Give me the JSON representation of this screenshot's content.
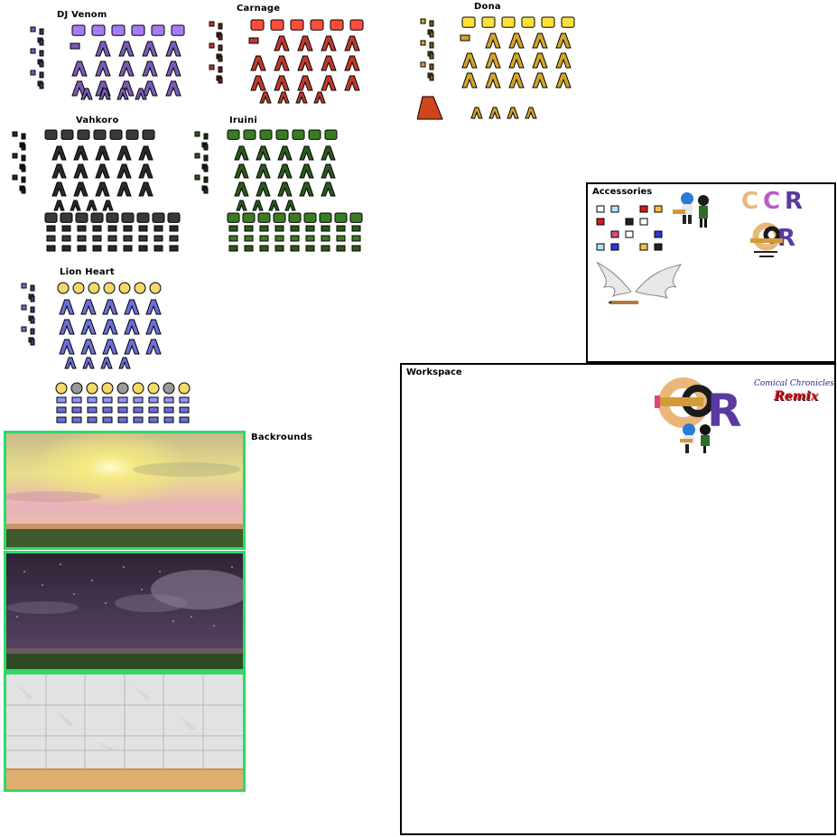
{
  "characters": {
    "dj_venom": {
      "name": "DJ Venom",
      "color": "#7a5cb8"
    },
    "carnage": {
      "name": "Carnage",
      "color": "#c0392b"
    },
    "dona": {
      "name": "Dona",
      "color": "#d4a52a"
    },
    "vahkoro": {
      "name": "Vahkoro",
      "color": "#2a2a2a"
    },
    "iruini": {
      "name": "Iruini",
      "color": "#2c5a1c"
    },
    "lion_heart": {
      "name": "Lion Heart",
      "color": "#6b6fd8"
    }
  },
  "backgrounds": {
    "label": "Backrounds",
    "items": [
      {
        "name": "sunset",
        "sky_top": "#d9c46a",
        "sky_bottom": "#e7a9b0"
      },
      {
        "name": "night",
        "sky_top": "#3a2a45",
        "sky_bottom": "#6a5070"
      },
      {
        "name": "tiles",
        "wall": "#dcdcdc",
        "floor": "#e0b070"
      }
    ]
  },
  "accessories": {
    "title": "Accessories",
    "logo_letters": [
      "C",
      "C",
      "R"
    ]
  },
  "workspace": {
    "title": "Workspace",
    "tagline": "Comical Chronicles",
    "remix": "Remix"
  },
  "colors": {
    "bg_border": "#2ed86a",
    "panel_border": "#000000"
  }
}
